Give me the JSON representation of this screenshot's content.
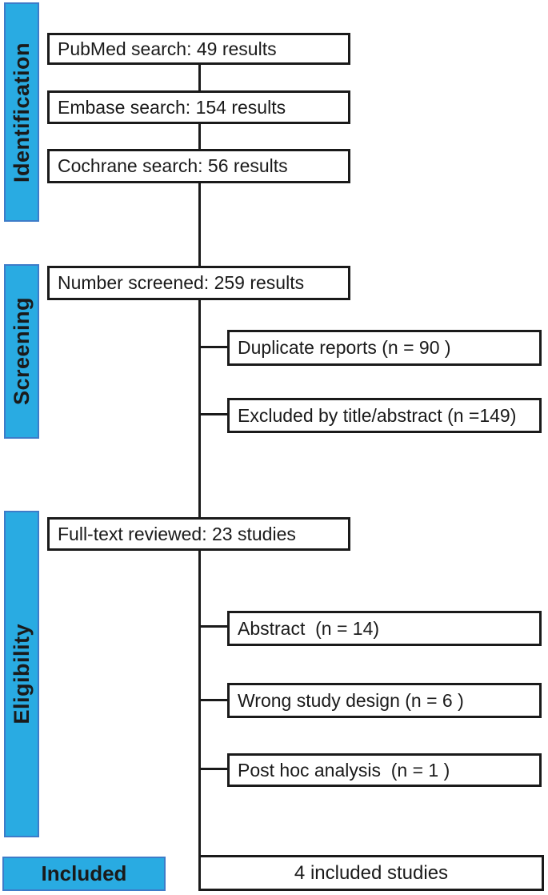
{
  "diagram": {
    "type": "prisma-flow",
    "stage_labels": {
      "identification": "Identification",
      "screening": "Screening",
      "eligibility": "Eligibility",
      "included": "Included"
    },
    "left_boxes": [
      {
        "label": "PubMed search: 49 results"
      },
      {
        "label": "Embase search: 154 results"
      },
      {
        "label": "Cochrane search: 56 results"
      },
      {
        "label": "Number screened: 259 results"
      },
      {
        "label": "Full-text reviewed: 23 studies"
      }
    ],
    "exclusion_boxes": [
      {
        "label": "Duplicate reports (n = 90 )"
      },
      {
        "label": "Excluded by title/abstract (n =149)"
      },
      {
        "label": "Abstract  (n = 14)"
      },
      {
        "label": "Wrong study design (n = 6 )"
      },
      {
        "label": "Post hoc analysis  (n = 1 )"
      }
    ],
    "included_box": {
      "label": "4 included studies"
    },
    "colors": {
      "stage_fill": "#29ABE2",
      "stage_border": "#3D7CC9",
      "box_fill": "#FFFFFF",
      "box_border": "#1A1A1A",
      "line": "#1A1A1A",
      "text": "#1A1A1A",
      "bg": "#FFFFFF"
    }
  }
}
